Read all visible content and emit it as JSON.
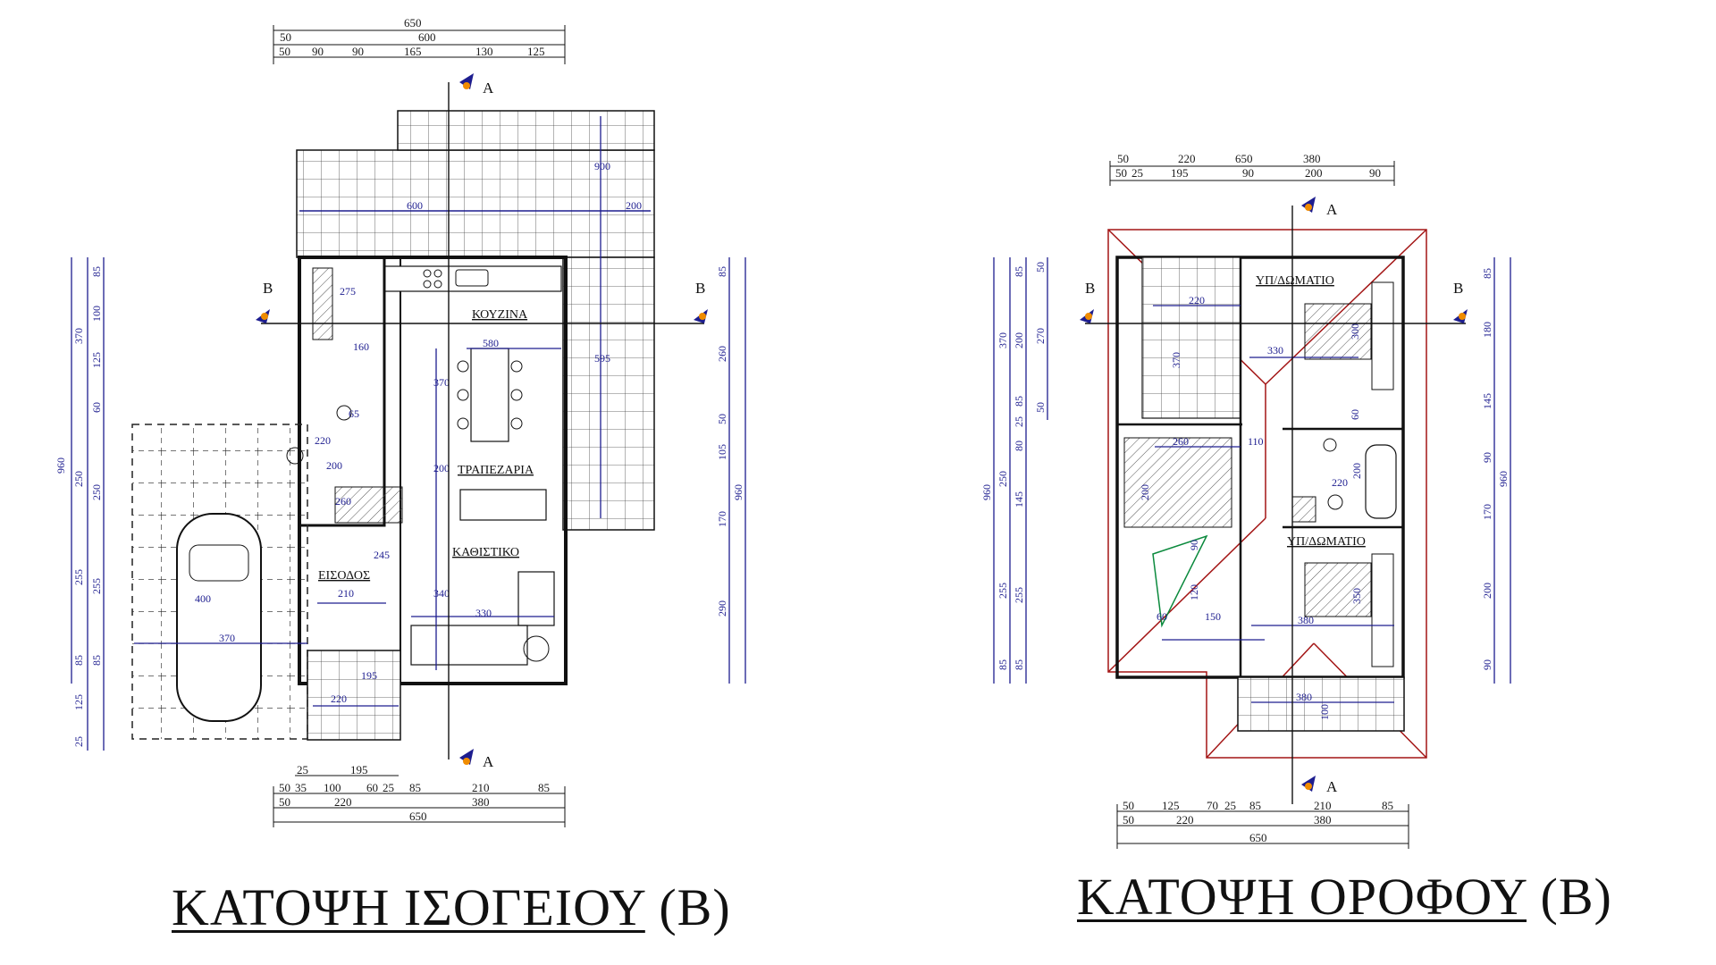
{
  "titles": {
    "ground": {
      "main": "ΚΑΤΟΨΗ ΙΣΟΓΕΙΟΥ",
      "suffix": "(Β)"
    },
    "upper": {
      "main": "ΚΑΤΟΨΗ ΟΡΟΦΟΥ",
      "suffix": "(Β)"
    }
  },
  "ground_plan": {
    "rooms": {
      "kitchen": "ΚΟΥΖΙΝΑ",
      "dining": "ΤΡΑΠΕΖΑΡΙΑ",
      "living": "ΚΑΘΙΣΤΙΚΟ",
      "entrance": "ΕΙΣΟΔΟΣ"
    },
    "section_marks": {
      "a_top": "A",
      "a_bottom": "A",
      "b_left": "B",
      "b_right": "B"
    },
    "top_dims": {
      "row1": [
        "650"
      ],
      "row2": [
        "50",
        "600"
      ],
      "row3": [
        "50",
        "90",
        "90",
        "165",
        "130",
        "125"
      ]
    },
    "bottom_dims": {
      "row0": [
        "25",
        "195"
      ],
      "row1": [
        "50",
        "35",
        "100",
        "60",
        "25",
        "85",
        "210",
        "85"
      ],
      "row2": [
        "50",
        "220",
        "380"
      ],
      "row3": [
        "650"
      ]
    },
    "left_dims": {
      "outer": [
        "960"
      ],
      "mid": [
        "370",
        "250",
        "255",
        "85",
        "125",
        "25"
      ],
      "inner": [
        "85",
        "100",
        "125",
        "60",
        "250",
        "255",
        "85"
      ]
    },
    "right_dims": {
      "inner": [
        "85",
        "260",
        "50",
        "105",
        "170",
        "290"
      ],
      "outer": [
        "960"
      ]
    },
    "interior_dims": [
      "600",
      "200",
      "900",
      "275",
      "580",
      "160",
      "370",
      "595",
      "65",
      "220",
      "200",
      "260",
      "200",
      "245",
      "210",
      "340",
      "330",
      "400",
      "370",
      "195",
      "220"
    ]
  },
  "upper_plan": {
    "rooms": {
      "bedroom1": "ΥΠ/ΔΩΜΑΤΙΟ",
      "bedroom2": "ΥΠ/ΔΩΜΑΤΙΟ"
    },
    "section_marks": {
      "a_top": "A",
      "a_bottom": "A",
      "b_left": "B",
      "b_right": "B"
    },
    "top_dims": {
      "row1": [
        "50",
        "220",
        "650",
        "380"
      ],
      "row2": [
        "50",
        "25",
        "195",
        "90",
        "200",
        "90"
      ]
    },
    "bottom_dims": {
      "row1": [
        "50",
        "125",
        "70",
        "25",
        "85",
        "210",
        "85"
      ],
      "row2": [
        "50",
        "220",
        "380"
      ],
      "row3": [
        "650"
      ]
    },
    "left_dims": {
      "outer": [
        "960"
      ],
      "mid": [
        "370",
        "250",
        "255",
        "85"
      ],
      "inner": [
        "85",
        "200",
        "85",
        "25",
        "80",
        "145",
        "255",
        "85"
      ],
      "extra": [
        "50",
        "270",
        "50"
      ]
    },
    "right_dims": {
      "inner": [
        "85",
        "180",
        "145",
        "90",
        "170",
        "200",
        "90"
      ],
      "outer": [
        "960"
      ]
    },
    "interior_dims": [
      "220",
      "370",
      "330",
      "300",
      "60",
      "260",
      "110",
      "200",
      "220",
      "200",
      "90",
      "120",
      "60",
      "150",
      "380",
      "350",
      "380",
      "100"
    ]
  }
}
